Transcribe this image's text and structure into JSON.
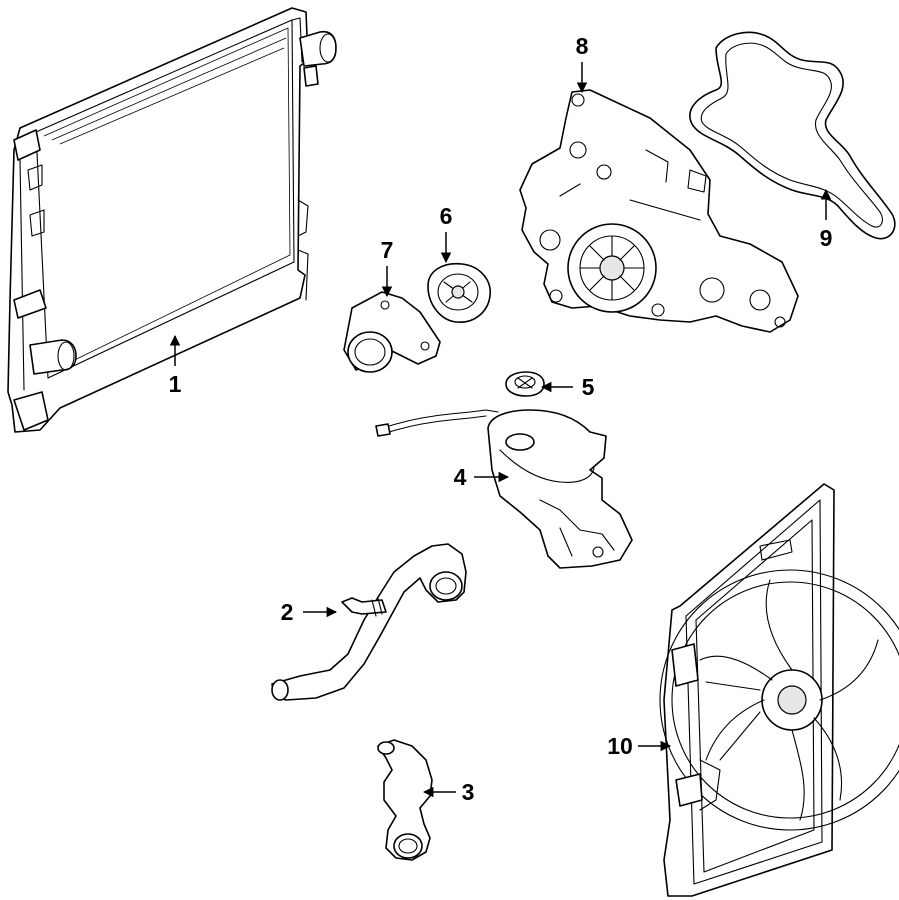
{
  "callouts": [
    {
      "id": "1",
      "label": "1"
    },
    {
      "id": "2",
      "label": "2"
    },
    {
      "id": "3",
      "label": "3"
    },
    {
      "id": "4",
      "label": "4"
    },
    {
      "id": "5",
      "label": "5"
    },
    {
      "id": "6",
      "label": "6"
    },
    {
      "id": "7",
      "label": "7"
    },
    {
      "id": "8",
      "label": "8"
    },
    {
      "id": "9",
      "label": "9"
    },
    {
      "id": "10",
      "label": "10"
    }
  ],
  "colors": {
    "line": "#000000",
    "background": "#ffffff",
    "shade": "#e6e6e6"
  }
}
